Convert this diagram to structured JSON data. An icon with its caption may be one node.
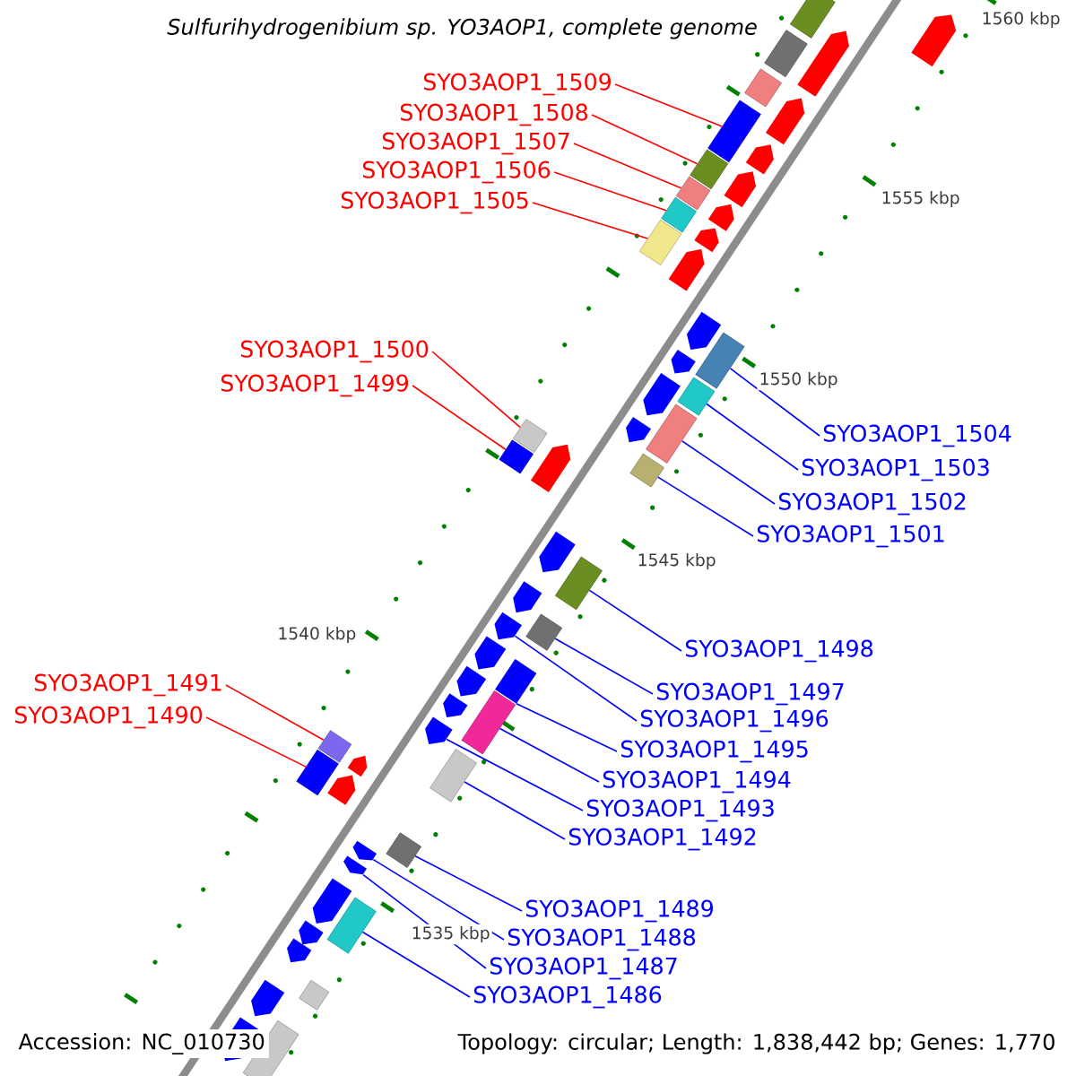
{
  "diagram": {
    "title": "Sulfurihydrogenibium sp. YO3AOP1, complete genome",
    "nodes": [
      {
        "text": [
          "SYO3AOP1_1509"
        ]
      },
      {
        "text": [
          "SYO3AOP1_1508"
        ]
      },
      {
        "text": [
          "SYO3AOP1_1507"
        ]
      },
      {
        "text": [
          "SYO3AOP1_1506"
        ]
      },
      {
        "text": [
          "SYO3AOP1_1505"
        ]
      },
      {
        "text": [
          "SYO3AOP1_1500"
        ]
      },
      {
        "text": [
          "SYO3AOP1_1499"
        ]
      },
      {
        "text": [
          "SYO3AOP1_1504"
        ]
      },
      {
        "text": [
          "SYO3AOP1_1503"
        ]
      },
      {
        "text": [
          "SYO3AOP1_1502"
        ]
      },
      {
        "text": [
          "SYO3AOP1_1501"
        ]
      },
      {
        "text": [
          "SYO3AOP1_1498"
        ]
      },
      {
        "text": [
          "SYO3AOP1_1497"
        ]
      },
      {
        "text": [
          "SYO3AOP1_1496"
        ]
      },
      {
        "text": [
          "SYO3AOP1_1495"
        ]
      },
      {
        "text": [
          "SYO3AOP1_1494"
        ]
      },
      {
        "text": [
          "SYO3AOP1_1493"
        ]
      },
      {
        "text": [
          "SYO3AOP1_1492"
        ]
      },
      {
        "text": [
          "SYO3AOP1_1491"
        ]
      },
      {
        "text": [
          "SYO3AOP1_1490"
        ]
      },
      {
        "text": [
          "SYO3AOP1_1489"
        ]
      },
      {
        "text": [
          "SYO3AOP1_1488"
        ]
      },
      {
        "text": [
          "SYO3AOP1_1487"
        ]
      },
      {
        "text": [
          "SYO3AOP1_1486"
        ]
      },
      {
        "text": [],
        "shape": "box"
      },
      {
        "text": [],
        "shape": "box"
      },
      {
        "text": [],
        "shape": "box"
      },
      {
        "text": [],
        "shape": "box"
      },
      {
        "text": [],
        "shape": "box"
      },
      {
        "text": [],
        "shape": "box"
      },
      {
        "text": [],
        "shape": "box"
      },
      {
        "text": [],
        "shape": "box"
      },
      {
        "text": [],
        "shape": "box"
      },
      {
        "text": [],
        "shape": "box"
      },
      {
        "text": [],
        "shape": "box"
      },
      {
        "text": [],
        "shape": "box"
      },
      {
        "text": [],
        "shape": "box"
      },
      {
        "text": [],
        "shape": "arrow"
      },
      {
        "text": [],
        "shape": "box"
      },
      {
        "text": [],
        "shape": "box"
      },
      {
        "text": [],
        "shape": "arrow"
      },
      {
        "text": [],
        "shape": "box"
      },
      {
        "text": [],
        "shape": "box"
      },
      {
        "text": [],
        "shape": "box"
      },
      {
        "text": [],
        "shape": "box"
      },
      {
        "text": [],
        "shape": "arrow"
      },
      {
        "text": [],
        "shape": "arrow"
      },
      {
        "text": [],
        "shape": "box"
      },
      {
        "text": [],
        "shape": "box"
      },
      {
        "text": [],
        "shape": "box"
      },
      {
        "text": [],
        "shape": "box"
      },
      {
        "text": [],
        "shape": "arrow"
      },
      {
        "text": [],
        "shape": "arrow"
      },
      {
        "text": [],
        "shape": "arrow"
      },
      {
        "text": [],
        "shape": "arrow"
      },
      {
        "text": [],
        "shape": "arrow"
      },
      {
        "text": [],
        "shape": "arrow"
      },
      {
        "text": [],
        "shape": "arrow"
      },
      {
        "text": [],
        "shape": "arrow"
      },
      {
        "text": [],
        "shape": "arrow"
      },
      {
        "text": [],
        "shape": "arrow"
      },
      {
        "text": [],
        "shape": "arrow"
      },
      {
        "text": [],
        "shape": "arrow"
      },
      {
        "text": [],
        "shape": "arrow"
      },
      {
        "text": [],
        "shape": "arrow"
      },
      {
        "text": [],
        "shape": "arrow"
      },
      {
        "text": [],
        "shape": "arrow"
      },
      {
        "text": [],
        "shape": "arrow"
      },
      {
        "text": [],
        "shape": "arrow"
      },
      {
        "text": [],
        "shape": "arrow"
      },
      {
        "text": [],
        "shape": "arrow"
      },
      {
        "text": [],
        "shape": "arrow"
      },
      {
        "text": [],
        "shape": "arrow"
      },
      {
        "text": [],
        "shape": "arrow"
      },
      {
        "text": [],
        "shape": "pentagon"
      },
      {
        "text": [],
        "shape": "box"
      },
      {
        "text": [],
        "shape": "box"
      },
      {
        "text": [],
        "shape": "pentagon"
      }
    ],
    "edges": [
      {
        "from": 0,
        "to": 24,
        "arrow": "none",
        "color": "#ff0000"
      },
      {
        "from": 1,
        "to": 25,
        "arrow": "none",
        "color": "#ff0000"
      },
      {
        "from": 2,
        "to": 26,
        "arrow": "none",
        "color": "#ff0000"
      },
      {
        "from": 3,
        "to": 27,
        "arrow": "none",
        "color": "#ff0000"
      },
      {
        "from": 4,
        "to": 28,
        "arrow": "none",
        "color": "#ff0000"
      },
      {
        "from": 5,
        "to": 29,
        "arrow": "none",
        "color": "#ff0000"
      },
      {
        "from": 6,
        "to": 30,
        "arrow": "none",
        "color": "#ff0000"
      },
      {
        "from": 7,
        "to": 31,
        "arrow": "none"
      },
      {
        "from": 8,
        "to": 32,
        "arrow": "none"
      },
      {
        "from": 9,
        "to": 33,
        "arrow": "none"
      },
      {
        "from": 10,
        "to": 34,
        "arrow": "none"
      },
      {
        "from": 11,
        "to": 35,
        "arrow": "none"
      },
      {
        "from": 12,
        "to": 36,
        "arrow": "none"
      },
      {
        "from": 13,
        "to": 37,
        "arrow": "none"
      },
      {
        "from": 14,
        "to": 38,
        "arrow": "none"
      },
      {
        "from": 15,
        "to": 39,
        "arrow": "none"
      },
      {
        "from": 16,
        "to": 40,
        "arrow": "none"
      },
      {
        "from": 17,
        "to": 41,
        "arrow": "none"
      },
      {
        "from": 18,
        "to": 42,
        "arrow": "none",
        "color": "#ff0000"
      },
      {
        "from": 19,
        "to": 43,
        "arrow": "none",
        "color": "#ff0000"
      },
      {
        "from": 20,
        "to": 44,
        "arrow": "none"
      },
      {
        "from": 21,
        "to": 45,
        "arrow": "none"
      },
      {
        "from": 22,
        "to": 46,
        "arrow": "none"
      },
      {
        "from": 23,
        "to": 47,
        "arrow": "none"
      }
    ],
    "labels": [
      "1560 kbp",
      "1555 kbp",
      "1550 kbp",
      "1545 kbp",
      "1540 kbp",
      "1535 kbp",
      "Accession: NC_010730",
      "Topology: circular; Length: 1,838,442 bp; Genes: 1,770"
    ]
  }
}
